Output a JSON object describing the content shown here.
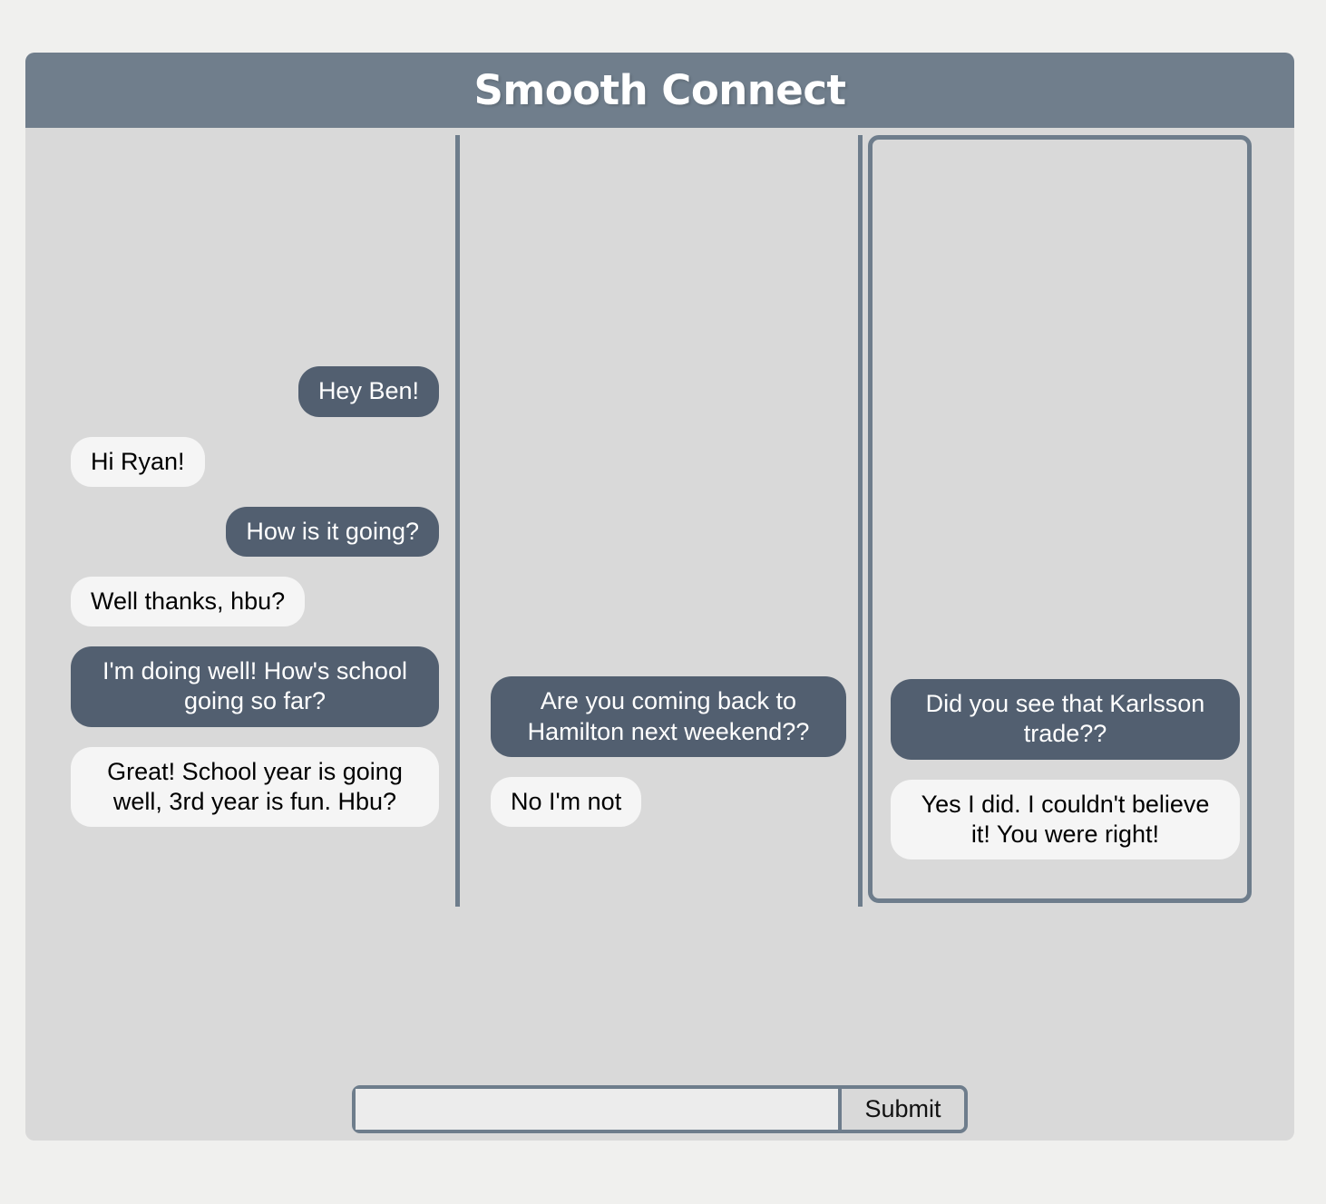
{
  "app": {
    "title": "Smooth Connect",
    "header_color": "#707e8c",
    "body_color": "#d9d9d9",
    "page_color": "#f0f0ee",
    "sent_bubble_color": "#525f70",
    "received_bubble_color": "#f5f5f5",
    "divider_color": "#6e7d8c"
  },
  "conversations": [
    {
      "name": "conversation-1",
      "messages": [
        {
          "text": "Hey Ben!",
          "direction": "sent"
        },
        {
          "text": "Hi Ryan!",
          "direction": "received"
        },
        {
          "text": "How is it going?",
          "direction": "sent"
        },
        {
          "text": "Well thanks, hbu?",
          "direction": "received"
        },
        {
          "text": "I'm doing well! How's school going so far?",
          "direction": "sent"
        },
        {
          "text": "Great! School year is going well, 3rd year is fun. Hbu?",
          "direction": "received"
        }
      ]
    },
    {
      "name": "conversation-2",
      "messages": [
        {
          "text": "Are you coming back to Hamilton next weekend??",
          "direction": "sent"
        },
        {
          "text": "No I'm not",
          "direction": "received"
        }
      ]
    },
    {
      "name": "conversation-3",
      "messages": [
        {
          "text": "Did you see that Karlsson trade??",
          "direction": "sent"
        },
        {
          "text": "Yes I did. I couldn't believe it! You were right!",
          "direction": "received"
        }
      ]
    }
  ],
  "composer": {
    "value": "",
    "placeholder": "",
    "submit_label": "Submit"
  }
}
